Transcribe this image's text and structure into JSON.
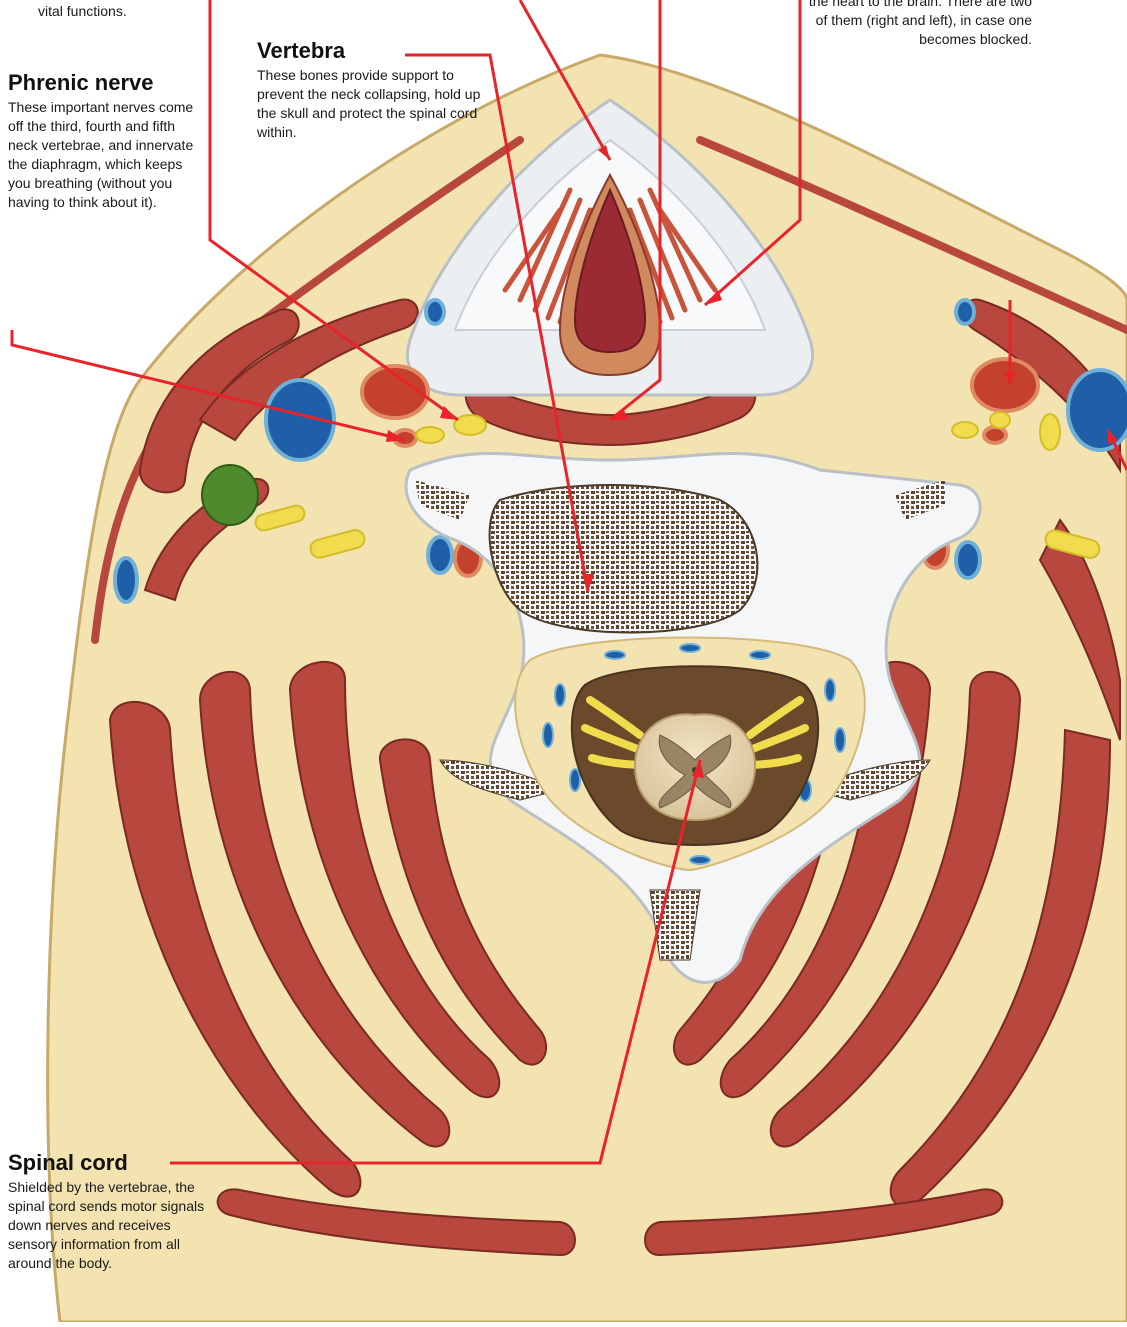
{
  "labels": {
    "top_left_snippet": "vital functions.",
    "phrenic": {
      "title": "Phrenic nerve",
      "body": "These important nerves come off the third, fourth and fifth neck vertebrae, and innervate the diaphragm, which keeps you breathing (without you having to think about it)."
    },
    "vertebra": {
      "title": "Vertebra",
      "body": "These bones provide support to prevent the neck collapsing, hold up the skull and protect the spinal cord within."
    },
    "artery": {
      "body": "the heart to the brain. There are two of them (right and left), in case one becomes blocked."
    },
    "spinal": {
      "title": "Spinal cord",
      "body": "Shielded by the vertebrae, the spinal cord sends motor signals down nerves and receives sensory information from all around the body."
    }
  },
  "colors": {
    "skin": "#f3e3b1",
    "skin_edge": "#c9a968",
    "muscle": "#b8483d",
    "muscle_edge": "#7a2a22",
    "bone": "#f4f6f8",
    "spongy": "#5a4630",
    "vein": "#1f5fa8",
    "artery": "#c4422d",
    "nerve": "#f0dc4c",
    "pointer": "#e8232a"
  }
}
